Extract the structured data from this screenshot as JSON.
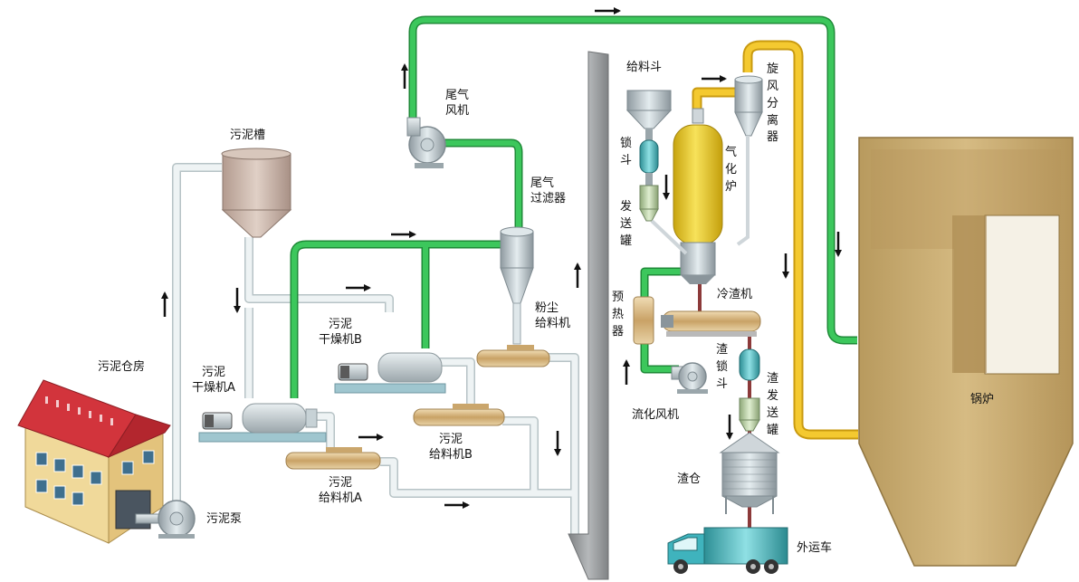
{
  "labels": {
    "sludge_warehouse": "污泥仓房",
    "sludge_pump": "污泥泵",
    "sludge_tank": "污泥槽",
    "dryer_a": "污泥\n干燥机A",
    "dryer_b": "污泥\n干燥机B",
    "feeder_a": "污泥\n给料机A",
    "feeder_b": "污泥\n给料机B",
    "exhaust_fan": "尾气\n风机",
    "exhaust_filter": "尾气\n过滤器",
    "dust_feeder": "粉尘\n给料机",
    "feed_hopper": "给料斗",
    "lock_hopper": "锁斗",
    "send_tank": "发送罐",
    "gasifier": "气化炉",
    "cyclone": "旋风分离器",
    "preheater": "预热器",
    "slag_cooler": "冷渣机",
    "slag_lock_hopper": "渣锁斗",
    "slag_send_tank": "渣发送罐",
    "fluidizing_fan": "流化风机",
    "slag_silo": "渣仓",
    "outbound_truck": "外运车",
    "boiler": "锅炉"
  },
  "colors": {
    "pipe_white": "#eef3f4",
    "pipe_outline": "#b7c3c6",
    "pipe_green": "#2bb04a",
    "pipe_yellow": "#f2c12e",
    "boiler": "#c7a971",
    "gasifier": "#e9c91f",
    "wall_gray": "#9a9c9e",
    "truck_teal": "#3fb3bd",
    "house_roof": "#d2343c",
    "house_wall": "#f0d99a",
    "arrow": "#111111"
  }
}
